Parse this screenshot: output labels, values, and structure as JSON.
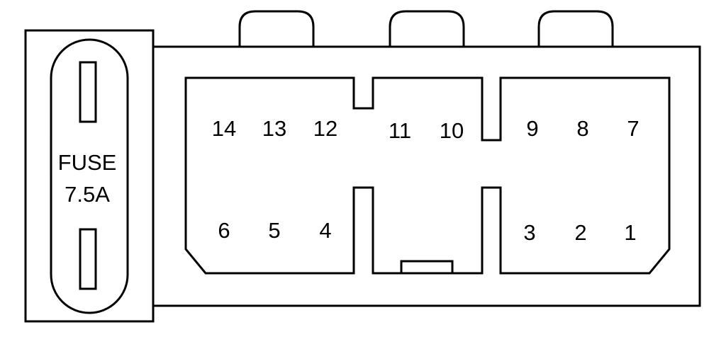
{
  "fuse": {
    "line1": "FUSE",
    "line2": "7.5A"
  },
  "pins": {
    "p1": "1",
    "p2": "2",
    "p3": "3",
    "p4": "4",
    "p5": "5",
    "p6": "6",
    "p7": "7",
    "p8": "8",
    "p9": "9",
    "p10": "10",
    "p11": "11",
    "p12": "12",
    "p13": "13",
    "p14": "14"
  }
}
